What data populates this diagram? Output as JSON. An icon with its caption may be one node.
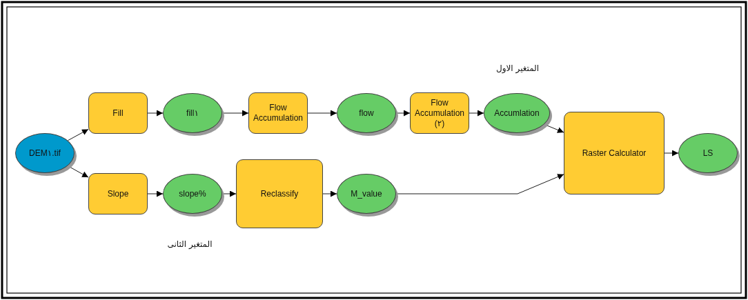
{
  "diagram": {
    "nodes": [
      {
        "text": [
          "DEM١.tif"
        ]
      },
      {
        "text": [
          "Fill"
        ]
      },
      {
        "text": [
          "fill١"
        ]
      },
      {
        "text": [
          "Flow Accumulation"
        ]
      },
      {
        "text": [
          "flow"
        ]
      },
      {
        "text": [
          "Flow Accumulation (٢)"
        ]
      },
      {
        "text": [
          "Accumlation"
        ]
      },
      {
        "text": [
          "Slope"
        ]
      },
      {
        "text": [
          "slope%"
        ]
      },
      {
        "text": [
          "Reclassify"
        ]
      },
      {
        "text": [
          "M_value"
        ]
      },
      {
        "text": [
          "Raster Calculator"
        ]
      },
      {
        "text": [
          "LS"
        ]
      }
    ],
    "edges": [
      {
        "from": 0,
        "to": 1,
        "arrow": "to"
      },
      {
        "from": 1,
        "to": 2,
        "arrow": "to"
      },
      {
        "from": 2,
        "to": 3,
        "arrow": "to"
      },
      {
        "from": 3,
        "to": 4,
        "arrow": "to"
      },
      {
        "from": 4,
        "to": 5,
        "arrow": "to"
      },
      {
        "from": 5,
        "to": 6,
        "arrow": "to"
      },
      {
        "from": 6,
        "to": 11,
        "arrow": "to"
      },
      {
        "from": 0,
        "to": 7,
        "arrow": "to"
      },
      {
        "from": 7,
        "to": 8,
        "arrow": "to"
      },
      {
        "from": 8,
        "to": 9,
        "arrow": "to"
      },
      {
        "from": 9,
        "to": 10,
        "arrow": "to"
      },
      {
        "from": 10,
        "to": 11,
        "arrow": "to"
      },
      {
        "from": 11,
        "to": 12,
        "arrow": "to"
      }
    ],
    "labels": [
      "المتغير الاول",
      "المتغير الثانى"
    ]
  }
}
